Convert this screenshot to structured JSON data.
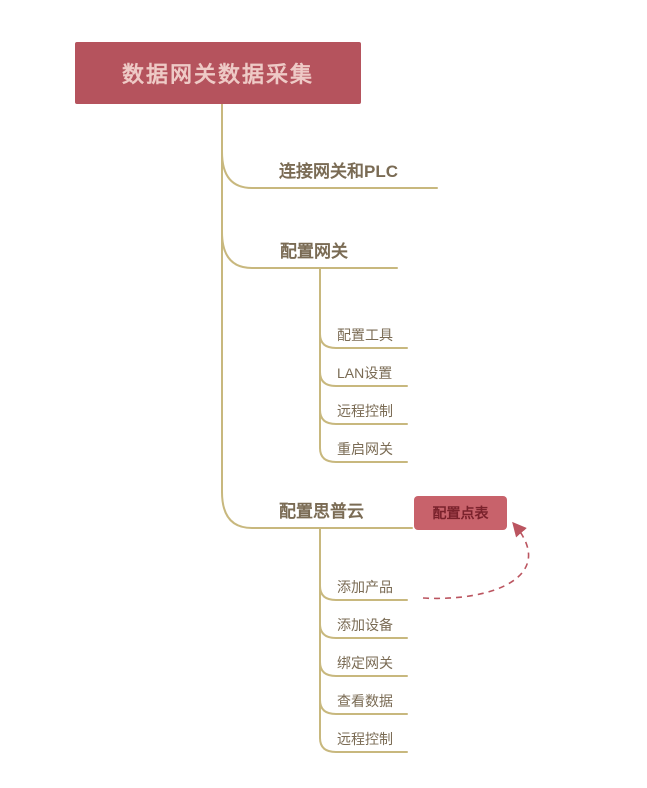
{
  "diagram_title": "数据网关数据采集",
  "root": {
    "label": "数据网关数据采集"
  },
  "branches": [
    {
      "label": "连接网关和PLC",
      "children": []
    },
    {
      "label": "配置网关",
      "children": [
        {
          "label": "配置工具"
        },
        {
          "label": "LAN设置"
        },
        {
          "label": "远程控制"
        },
        {
          "label": "重启网关"
        }
      ]
    },
    {
      "label": "配置思普云",
      "children": [
        {
          "label": "添加产品"
        },
        {
          "label": "添加设备"
        },
        {
          "label": "绑定网关"
        },
        {
          "label": "查看数据"
        },
        {
          "label": "远程控制"
        }
      ]
    }
  ],
  "floating_topic": {
    "label": "配置点表",
    "linked_to": "添加产品"
  },
  "colors": {
    "branch_line": "#c8b87e",
    "root_fill": "#b5535d",
    "root_text": "#eecac6",
    "node_text": "#7a6b54",
    "callout_fill": "#c8626b",
    "callout_text": "#7a222c",
    "relationship_arrow": "#bb5560",
    "background": "#ffffff"
  }
}
